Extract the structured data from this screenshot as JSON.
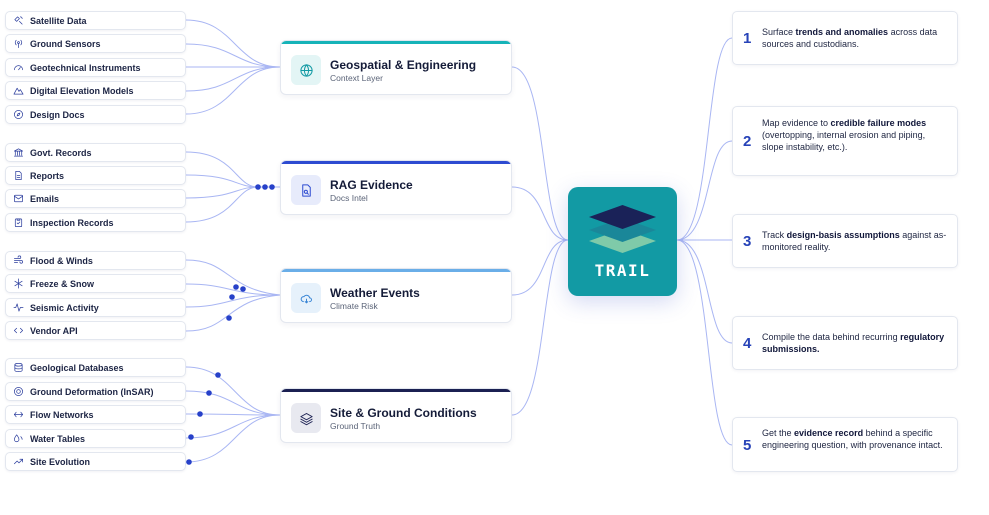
{
  "sources": [
    {
      "label": "Satellite Data",
      "icon": "satellite-icon"
    },
    {
      "label": "Ground Sensors",
      "icon": "sensor-icon"
    },
    {
      "label": "Geotechnical Instruments",
      "icon": "gauge-icon"
    },
    {
      "label": "Digital Elevation Models",
      "icon": "mountain-icon"
    },
    {
      "label": "Design Docs",
      "icon": "compass-icon"
    },
    {
      "label": "Govt. Records",
      "icon": "bank-icon"
    },
    {
      "label": "Reports",
      "icon": "file-icon"
    },
    {
      "label": "Emails",
      "icon": "mail-icon"
    },
    {
      "label": "Inspection Records",
      "icon": "clipboard-check-icon"
    },
    {
      "label": "Flood & Winds",
      "icon": "wind-icon"
    },
    {
      "label": "Freeze & Snow",
      "icon": "snowflake-icon"
    },
    {
      "label": "Seismic Activity",
      "icon": "activity-icon"
    },
    {
      "label": "Vendor API",
      "icon": "code-icon"
    },
    {
      "label": "Geological Databases",
      "icon": "database-icon"
    },
    {
      "label": "Ground Deformation (InSAR)",
      "icon": "deformation-icon"
    },
    {
      "label": "Flow Networks",
      "icon": "flow-icon"
    },
    {
      "label": "Water Tables",
      "icon": "droplets-icon"
    },
    {
      "label": "Site Evolution",
      "icon": "trend-up-icon"
    }
  ],
  "layers": [
    {
      "title": "Geospatial & Engineering",
      "subtitle": "Context Layer",
      "icon": "globe-icon",
      "accent": "#16b3b8"
    },
    {
      "title": "RAG Evidence",
      "subtitle": "Docs Intel",
      "icon": "document-search-icon",
      "accent": "#2d4bd1"
    },
    {
      "title": "Weather Events",
      "subtitle": "Climate Risk",
      "icon": "cloud-rain-icon",
      "accent": "#5fa7e6"
    },
    {
      "title": "Site & Ground Conditions",
      "subtitle": "Ground Truth",
      "icon": "layers-icon",
      "accent": "#1b2052"
    }
  ],
  "hub": {
    "label": "TRAIL"
  },
  "outcomes": [
    {
      "number": "1",
      "pre": "Surface ",
      "bold": "trends and anomalies",
      "post": " across data sources and custodians."
    },
    {
      "number": "2",
      "pre": "Map evidence to ",
      "bold": "credible failure modes",
      "post": " (overtopping, internal erosion and piping, slope instability, etc.)."
    },
    {
      "number": "3",
      "pre": "Track ",
      "bold": "design-basis assumptions",
      "post": " against as-monitored reality."
    },
    {
      "number": "4",
      "pre": "Compile the data behind recurring ",
      "bold": "regulatory submissions.",
      "post": ""
    },
    {
      "number": "5",
      "pre": "Get the ",
      "bold": "evidence record",
      "post": " behind a specific engineering question, with provenance intact."
    }
  ],
  "colors": {
    "wire": "#9aa9f0",
    "dot": "#2741c9",
    "hub": "#129aa4",
    "outcome_number": "#2743b8"
  }
}
